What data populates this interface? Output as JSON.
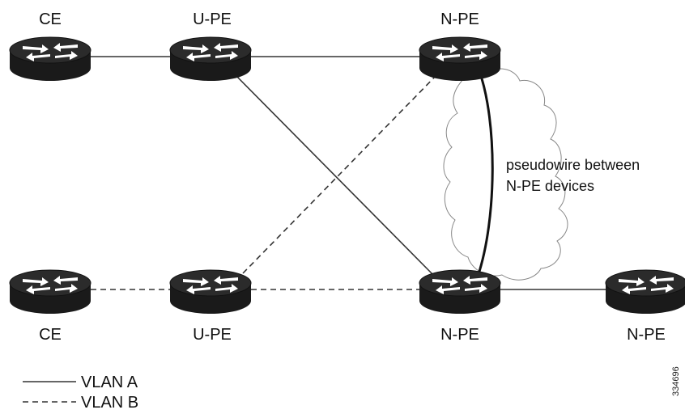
{
  "nodes": [
    {
      "id": "ce-top",
      "label": "CE",
      "icon": "router-icon"
    },
    {
      "id": "upe-top",
      "label": "U-PE",
      "icon": "router-icon"
    },
    {
      "id": "npe-top",
      "label": "N-PE",
      "icon": "router-icon"
    },
    {
      "id": "ce-bottom",
      "label": "CE",
      "icon": "router-icon"
    },
    {
      "id": "upe-bottom",
      "label": "U-PE",
      "icon": "router-icon"
    },
    {
      "id": "npe-bottom",
      "label": "N-PE",
      "icon": "router-icon"
    },
    {
      "id": "npe-right",
      "label": "N-PE",
      "icon": "router-icon"
    }
  ],
  "links": [
    {
      "from": "ce-top",
      "to": "upe-top",
      "style": "solid",
      "vlan": "A"
    },
    {
      "from": "upe-top",
      "to": "npe-top",
      "style": "solid",
      "vlan": "A"
    },
    {
      "from": "upe-top",
      "to": "npe-bottom",
      "style": "solid",
      "vlan": "A"
    },
    {
      "from": "npe-bottom",
      "to": "npe-right",
      "style": "solid",
      "vlan": "A"
    },
    {
      "from": "ce-bottom",
      "to": "upe-bottom",
      "style": "dashed",
      "vlan": "B"
    },
    {
      "from": "upe-bottom",
      "to": "npe-bottom",
      "style": "dashed",
      "vlan": "B"
    },
    {
      "from": "upe-bottom",
      "to": "npe-top",
      "style": "dashed",
      "vlan": "B"
    }
  ],
  "pseudowire": {
    "from": "npe-top",
    "to": "npe-bottom",
    "label_line1": "pseudowire between",
    "label_line2": "N-PE devices"
  },
  "legend": {
    "solid_label": "VLAN A",
    "dashed_label": "VLAN B"
  },
  "figure_id": "334696",
  "colors": {
    "router_body": "#1a1a1a",
    "router_top": "#2b2b2b",
    "router_arrows": "#ffffff",
    "line": "#333333",
    "cloud": "#888888"
  }
}
